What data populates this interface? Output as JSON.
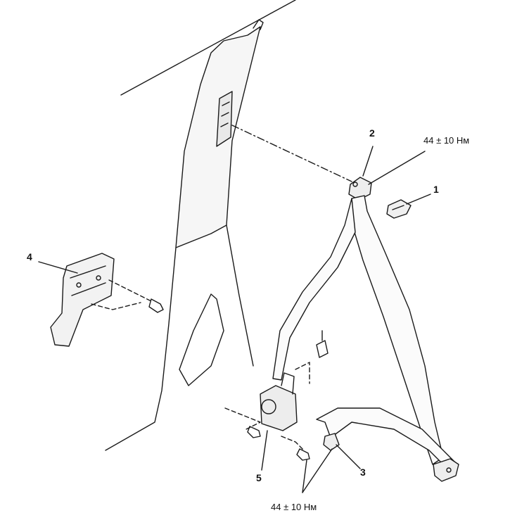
{
  "callouts": {
    "part_1": "1",
    "part_2": "2",
    "part_3": "3",
    "part_4": "4",
    "part_5": "5"
  },
  "torque": {
    "upper_anchor": "44 ± 10 Нм",
    "lower_anchor": "44 ± 10 Нм"
  },
  "colors": {
    "line": "#1a1a1a",
    "panel_fill": "#f6f6f6",
    "belt_fill": "#fbfbfb"
  }
}
